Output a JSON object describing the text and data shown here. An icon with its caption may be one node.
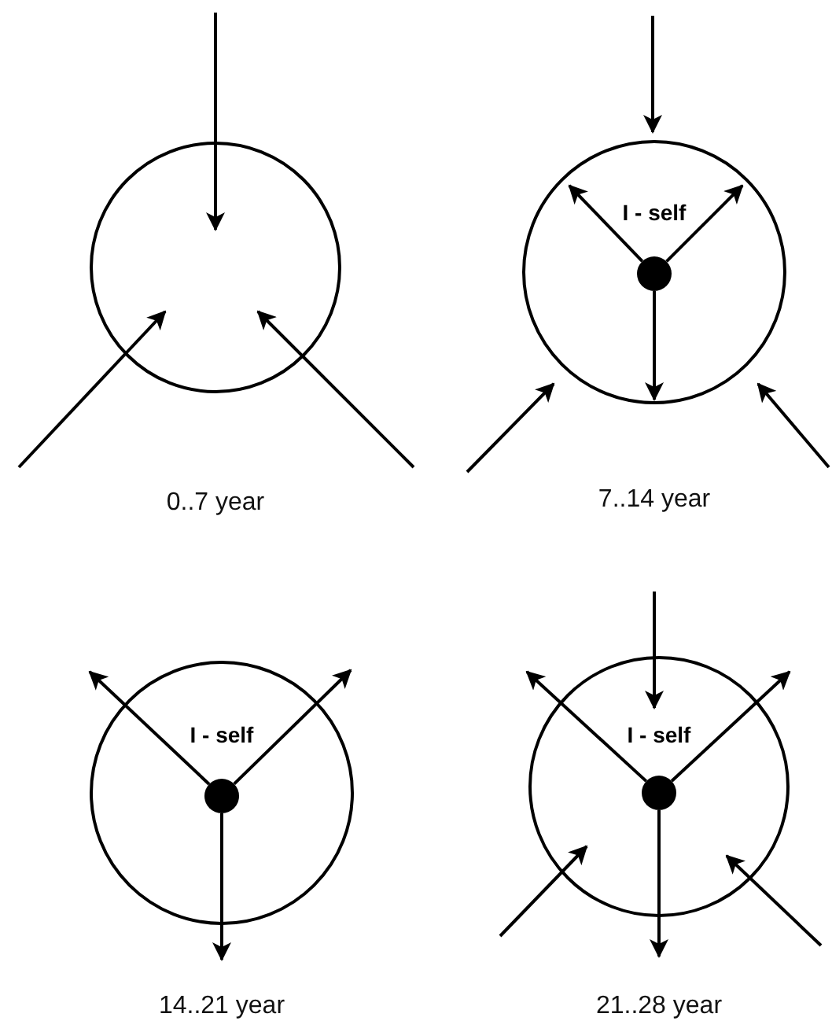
{
  "diagram": {
    "nodes": [
      {
        "text": [],
        "shape": "circle",
        "beside": [
          "0..7 year"
        ]
      },
      {
        "text": [
          "I - self"
        ],
        "beside": [
          "7..14 year"
        ]
      },
      {
        "text": [],
        "shape": "circle",
        "in": 1
      },
      {
        "text": [
          "I - self"
        ],
        "beside": [
          "14..21 year"
        ]
      },
      {
        "text": [],
        "shape": "circle",
        "in": 3
      },
      {
        "text": [
          "I - self"
        ],
        "beside": [
          "21..28 year"
        ]
      },
      {
        "text": [],
        "shape": "circle",
        "in": 5
      }
    ],
    "edges": [
      {
        "from": null,
        "to": 0,
        "arrow": "to"
      },
      {
        "from": null,
        "to": 0,
        "arrow": "to"
      },
      {
        "from": null,
        "to": 0,
        "arrow": "to"
      },
      {
        "from": null,
        "to": 1,
        "arrow": "to"
      },
      {
        "from": null,
        "to": 1,
        "arrow": "to"
      },
      {
        "from": null,
        "to": 1,
        "arrow": "to"
      },
      {
        "from": 2,
        "to": null,
        "arrow": "to"
      },
      {
        "from": 2,
        "to": null,
        "arrow": "to"
      },
      {
        "from": 2,
        "to": null,
        "arrow": "to"
      },
      {
        "from": 4,
        "to": null,
        "arrow": "to"
      },
      {
        "from": 4,
        "to": null,
        "arrow": "to"
      },
      {
        "from": 4,
        "to": null,
        "arrow": "to"
      },
      {
        "from": null,
        "to": 5,
        "arrow": "to"
      },
      {
        "from": 6,
        "to": null,
        "arrow": "to"
      },
      {
        "from": 6,
        "to": null,
        "arrow": "to"
      },
      {
        "from": 6,
        "to": null,
        "arrow": "to"
      },
      {
        "from": null,
        "to": 5,
        "arrow": "to"
      },
      {
        "from": null,
        "to": 5,
        "arrow": "to"
      }
    ]
  }
}
